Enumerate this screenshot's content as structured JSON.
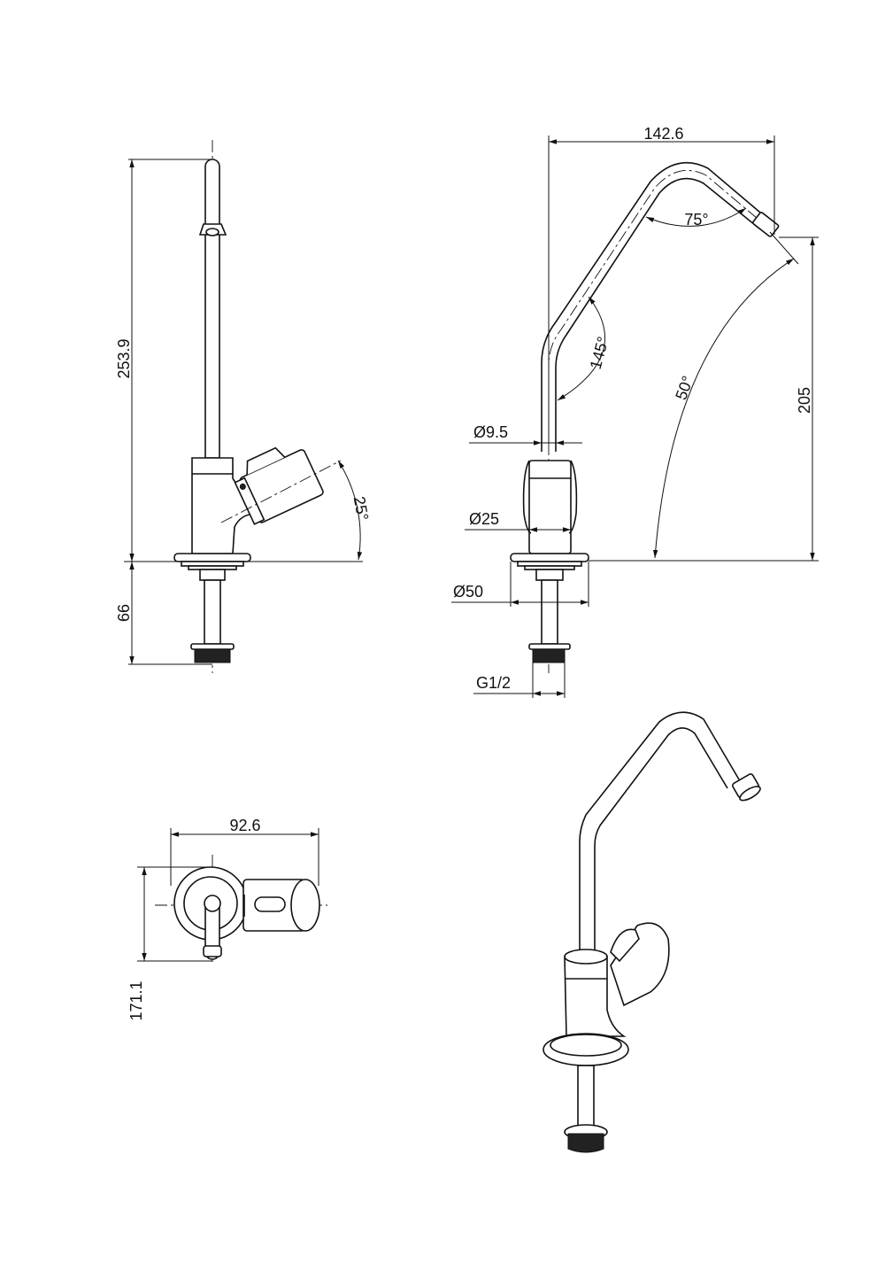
{
  "title": "Faucet technical drawing",
  "side_view": {
    "height": "253.9",
    "shank_length": "66",
    "handle_angle": "25°"
  },
  "front_view": {
    "spout_reach": "142.6",
    "spout_angle": "75°",
    "bend_angle": "145°",
    "outlet_angle": "50°",
    "outlet_height": "205",
    "tube_diameter": "Ø9.5",
    "body_diameter": "Ø25",
    "base_diameter": "Ø50",
    "thread": "G1/2"
  },
  "top_view": {
    "width": "92.6",
    "depth": "171.1"
  },
  "colors": {
    "line": "#111111",
    "background": "#ffffff"
  }
}
